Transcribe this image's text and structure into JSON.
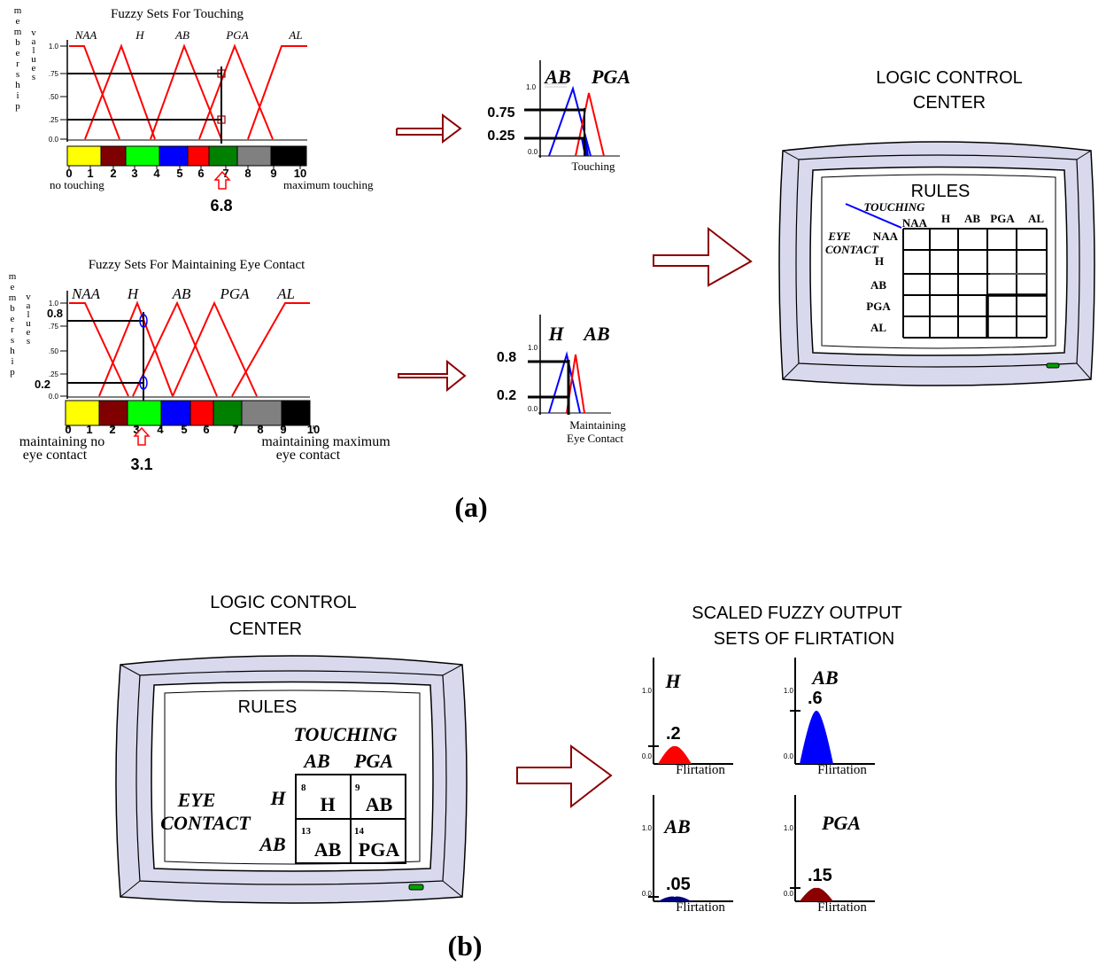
{
  "colors": {
    "red": "#ff0000",
    "blue": "#0000ff",
    "dark_red": "#8b0000",
    "navy": "#000080",
    "monitor_fill": "#d9d9ee",
    "arrow": "#8b0000",
    "scale": [
      "#ffff00",
      "#800000",
      "#00ff00",
      "#0000ff",
      "#ff0000",
      "#008000",
      "#808080",
      "#000000"
    ]
  },
  "panel_a": {
    "label": "(a)",
    "touching": {
      "title": "Fuzzy Sets For Touching",
      "ylabel_letters": [
        "m",
        "e",
        "m",
        "b",
        "e",
        "r",
        "s",
        "h",
        "i",
        "p"
      ],
      "ylabel_values": [
        "v",
        "a",
        "l",
        "u",
        "e",
        "s"
      ],
      "set_names": [
        "NAA",
        "H",
        "AB",
        "PGA",
        "AL"
      ],
      "y_ticks": [
        "1.0",
        ".75",
        ".50",
        ".25",
        "0.0"
      ],
      "scale_numbers": [
        "0",
        "1",
        "2",
        "3",
        "4",
        "5",
        "6",
        "7",
        "8",
        "9",
        "10"
      ],
      "left_caption": "no touching",
      "right_caption": "maximum touching",
      "input_value": "6.8"
    },
    "eye": {
      "title": "Fuzzy Sets For Maintaining Eye Contact",
      "ylabel_letters": [
        "m",
        "e",
        "m",
        "b",
        "e",
        "r",
        "s",
        "h",
        "i",
        "p"
      ],
      "ylabel_values": [
        "v",
        "a",
        "l",
        "u",
        "e",
        "s"
      ],
      "set_names": [
        "NAA",
        "H",
        "AB",
        "PGA",
        "AL"
      ],
      "y_ticks": [
        "1.0",
        ".75",
        ".50",
        ".25",
        "0.0"
      ],
      "marker_high": "0.8",
      "marker_low": "0.2",
      "scale_numbers": [
        "0",
        "1",
        "2",
        "3",
        "4",
        "5",
        "6",
        "7",
        "8",
        "9",
        "10"
      ],
      "left_caption_1": "maintaining no",
      "left_caption_2": "eye contact",
      "right_caption_1": "maintaining maximum",
      "right_caption_2": "eye contact",
      "input_value": "3.1"
    },
    "touching_result": {
      "sets": [
        "AB",
        "PGA"
      ],
      "tick_top": "1.0",
      "tick_bottom": "0.0",
      "value_high": "0.75",
      "value_low": "0.25",
      "xlabel": "Touching"
    },
    "eye_result": {
      "sets": [
        "H",
        "AB"
      ],
      "tick_top": "1.0",
      "tick_bottom": "0.0",
      "value_high": "0.8",
      "value_low": "0.2",
      "xlabel_1": "Maintaining",
      "xlabel_2": "Eye Contact"
    },
    "logic_center": {
      "title_1": "LOGIC CONTROL",
      "title_2": "CENTER",
      "rules_title": "RULES",
      "col_axis": "TOUCHING",
      "row_axis_1": "EYE",
      "row_axis_2": "CONTACT",
      "col_headers": [
        "NAA",
        "H",
        "AB",
        "PGA",
        "AL"
      ],
      "row_headers": [
        "NAA",
        "H",
        "AB",
        "PGA",
        "AL"
      ]
    }
  },
  "panel_b": {
    "label": "(b)",
    "logic_center": {
      "title_1": "LOGIC CONTROL",
      "title_2": "CENTER",
      "rules_title": "RULES",
      "col_axis": "TOUCHING",
      "col_headers": [
        "AB",
        "PGA"
      ],
      "row_axis_1": "EYE",
      "row_axis_2": "CONTACT",
      "row_headers": [
        "H",
        "AB"
      ],
      "cells": [
        {
          "number": "8",
          "value": "H"
        },
        {
          "number": "9",
          "value": "AB"
        },
        {
          "number": "13",
          "value": "AB"
        },
        {
          "number": "14",
          "value": "PGA"
        }
      ]
    },
    "output": {
      "title_1": "SCALED FUZZY OUTPUT",
      "title_2": "SETS OF FLIRTATION",
      "plots": [
        {
          "set": "H",
          "value": ".2",
          "scale": 0.2,
          "xlabel": "Flirtation",
          "tick_top": "1.0",
          "tick_bottom": "0.0"
        },
        {
          "set": "AB",
          "value": ".6",
          "scale": 0.6,
          "xlabel": "Flirtation",
          "tick_top": "1.0",
          "tick_bottom": "0.0"
        },
        {
          "set": "AB",
          "value": ".05",
          "scale": 0.05,
          "xlabel": "Flirtation",
          "tick_top": "1.0",
          "tick_bottom": "0.0"
        },
        {
          "set": "PGA",
          "value": ".15",
          "scale": 0.15,
          "xlabel": "Flirtation",
          "tick_top": "1.0",
          "tick_bottom": "0.0"
        }
      ]
    }
  }
}
